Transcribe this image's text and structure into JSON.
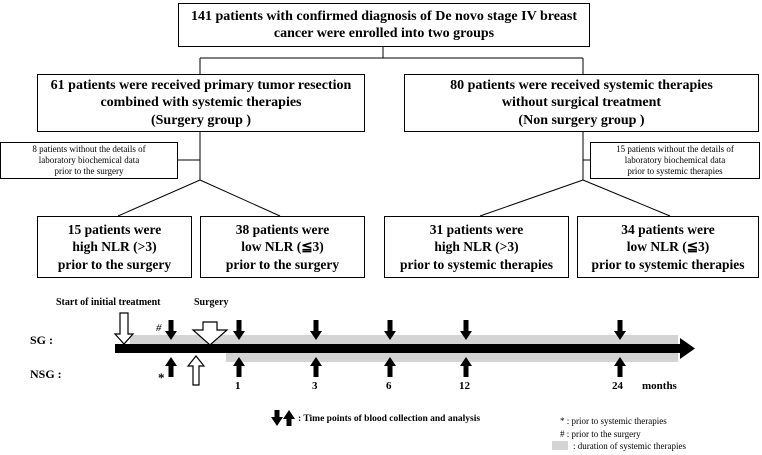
{
  "flow": {
    "top": {
      "lines": [
        "141 patients with confirmed diagnosis of De novo stage IV breast",
        "cancer were enrolled into two groups"
      ]
    },
    "surgery_group": {
      "lines": [
        "61 patients were received primary tumor resection",
        "combined with systemic therapies",
        "(Surgery group )"
      ]
    },
    "non_surgery_group": {
      "lines": [
        "80 patients were received systemic therapies",
        "without surgical treatment",
        "(Non surgery group )"
      ]
    },
    "excluded_surgery": {
      "lines": [
        "8 patients without the details of",
        "laboratory biochemical data",
        "prior to the surgery"
      ]
    },
    "excluded_non_surgery": {
      "lines": [
        "15 patients without the details of",
        "laboratory biochemical data",
        "prior to systemic therapies"
      ]
    },
    "sg_high": {
      "lines": [
        "15 patients were",
        "high NLR (>3)",
        "prior to the surgery"
      ]
    },
    "sg_low": {
      "lines": [
        "38 patients were",
        "low NLR (≦3)",
        "prior to the surgery"
      ]
    },
    "nsg_high": {
      "lines": [
        "31 patients were",
        "high NLR (>3)",
        "prior to  systemic therapies"
      ]
    },
    "nsg_low": {
      "lines": [
        "34 patients were",
        "low  NLR (≦3)",
        "prior to  systemic therapies"
      ]
    }
  },
  "timeline": {
    "start_label": "Start of initial  treatment",
    "surgery_label": "Surgery",
    "sg_label": "SG :",
    "nsg_label": "NSG :",
    "hash": "#",
    "star": "*",
    "months": [
      "1",
      "3",
      "6",
      "12",
      "24"
    ],
    "months_label": "months",
    "arrow_legend": ": Time points of blood collection and analysis",
    "legend": {
      "star": "*  : prior to systemic therapies",
      "hash": "#   : prior to the surgery",
      "gray": ": duration of systemic  therapies"
    },
    "colors": {
      "bar": "#000000",
      "therapy_band": "#d4d4d4"
    }
  }
}
